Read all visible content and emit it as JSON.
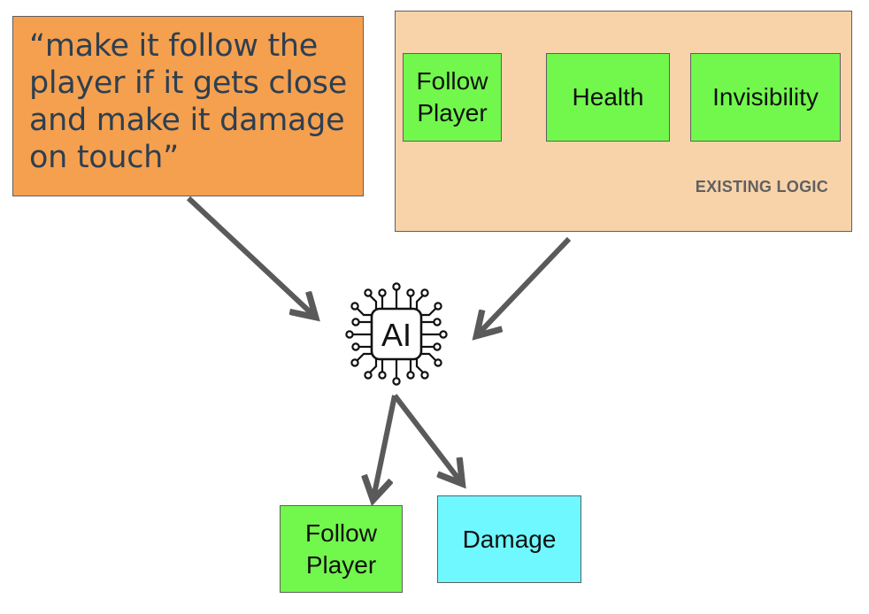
{
  "prompt": {
    "text": "“make it follow the player if it gets close and make it damage on touch”"
  },
  "existing_logic": {
    "label": "EXISTING LOGIC",
    "blocks": [
      {
        "label": "Follow Player"
      },
      {
        "label": "Health"
      },
      {
        "label": "Invisibility"
      }
    ]
  },
  "ai": {
    "label": "AI",
    "icon": "ai-chip-icon"
  },
  "outputs": [
    {
      "label": "Follow Player"
    },
    {
      "label": "Damage"
    }
  ],
  "colors": {
    "prompt_bg": "#f5a04f",
    "existing_bg": "#f8d3a9",
    "green_block": "#72f74d",
    "cyan_block": "#6ff8ff",
    "arrow": "#5a5a5a"
  }
}
